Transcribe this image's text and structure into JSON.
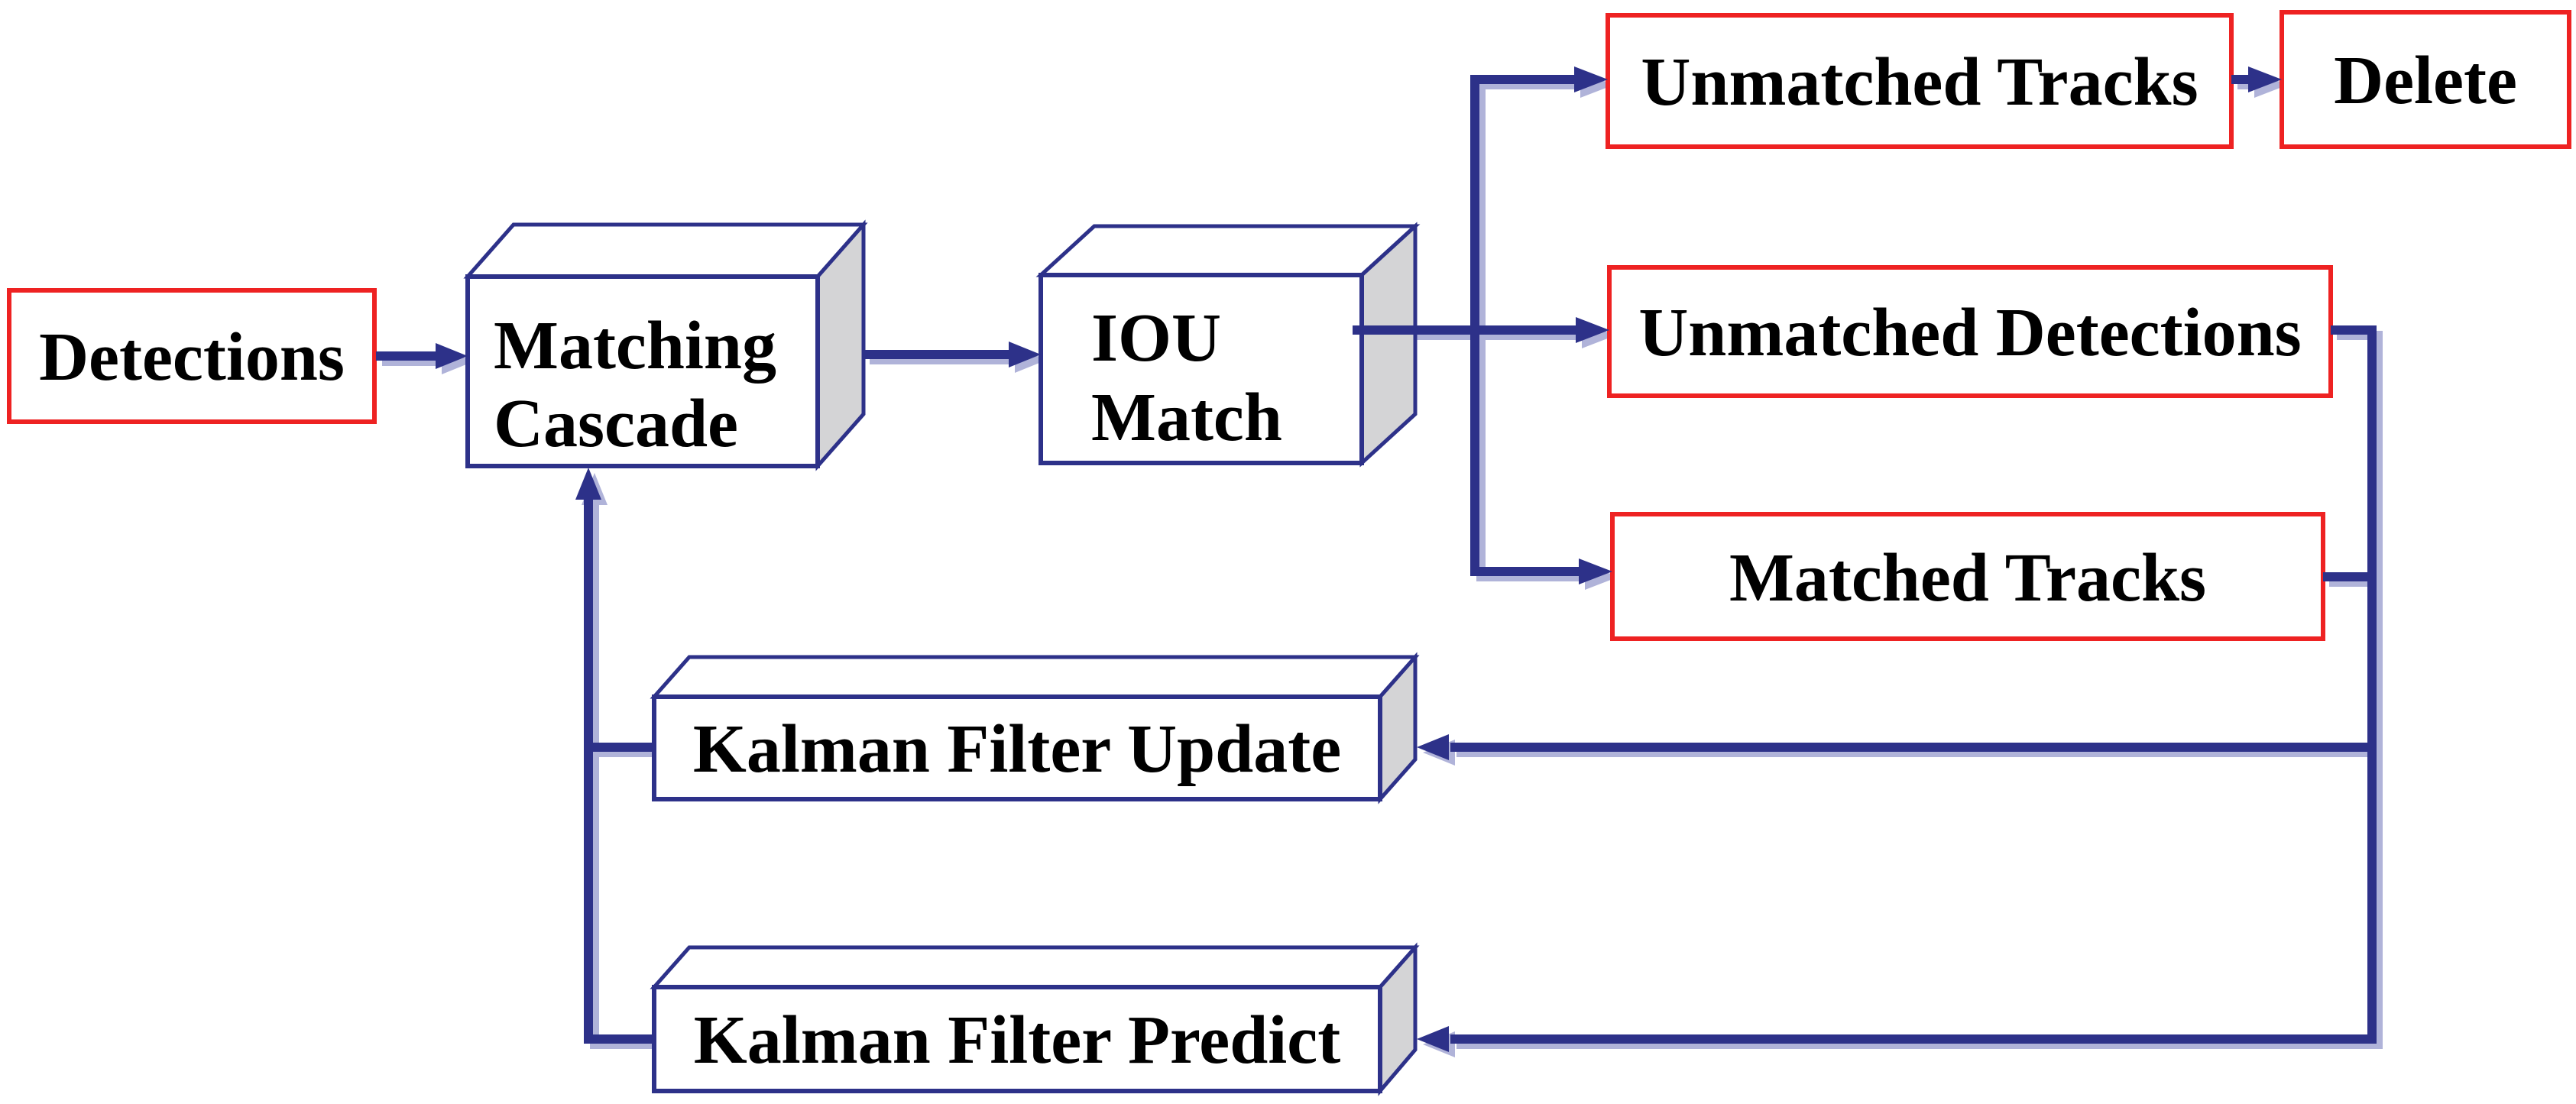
{
  "diagram": {
    "description": "Object tracking pipeline flowchart (matching cascade with IOU match and Kalman filter loop)",
    "nodes": {
      "detections": {
        "label": "Detections",
        "shape": "rectangle",
        "border": "red"
      },
      "matching_cascade": {
        "lines": [
          "Matching",
          "Cascade"
        ],
        "shape": "cube",
        "border": "blue"
      },
      "iou_match": {
        "lines": [
          "IOU",
          "Match"
        ],
        "shape": "cube",
        "border": "blue"
      },
      "unmatched_tracks": {
        "label": "Unmatched Tracks",
        "shape": "rectangle",
        "border": "red"
      },
      "delete": {
        "label": "Delete",
        "shape": "rectangle",
        "border": "red"
      },
      "unmatched_detections": {
        "label": "Unmatched Detections",
        "shape": "rectangle",
        "border": "red"
      },
      "matched_tracks": {
        "label": "Matched Tracks",
        "shape": "rectangle",
        "border": "red"
      },
      "kalman_filter_update": {
        "label": "Kalman Filter Update",
        "shape": "cube",
        "border": "blue"
      },
      "kalman_filter_predict": {
        "label": "Kalman Filter Predict",
        "shape": "cube",
        "border": "blue"
      }
    },
    "edges": [
      {
        "from": "detections",
        "to": "matching_cascade"
      },
      {
        "from": "matching_cascade",
        "to": "iou_match"
      },
      {
        "from": "iou_match",
        "to": "unmatched_tracks"
      },
      {
        "from": "iou_match",
        "to": "unmatched_detections"
      },
      {
        "from": "iou_match",
        "to": "matched_tracks"
      },
      {
        "from": "unmatched_tracks",
        "to": "delete"
      },
      {
        "from": "unmatched_detections",
        "to": "kalman_filter_update"
      },
      {
        "from": "unmatched_detections",
        "to": "kalman_filter_predict"
      },
      {
        "from": "matched_tracks",
        "to": "kalman_filter_update"
      },
      {
        "from": "matched_tracks",
        "to": "kalman_filter_predict"
      },
      {
        "from": "kalman_filter_update",
        "to": "matching_cascade"
      },
      {
        "from": "kalman_filter_predict",
        "to": "matching_cascade"
      }
    ],
    "colors": {
      "box-red": "#ee2222",
      "wire-blue": "#2d3189",
      "wire-shadow": "#b0b3d9",
      "cube-side-gray": "#d4d4d6",
      "text-black": "#000000",
      "background": "#ffffff"
    }
  }
}
